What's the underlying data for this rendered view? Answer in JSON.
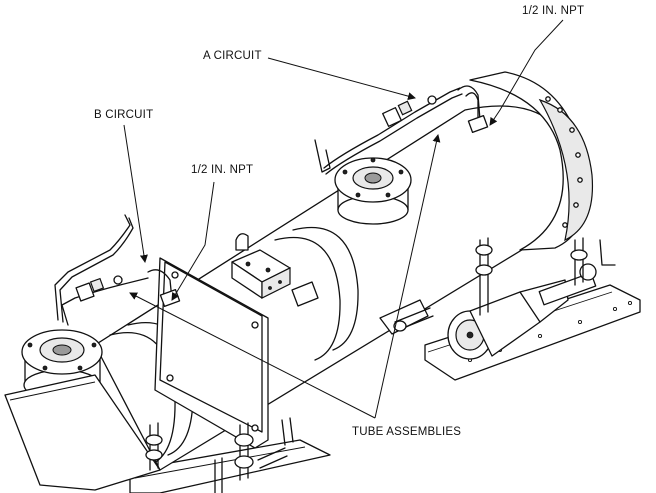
{
  "labels": {
    "npt_top": "1/2 IN. NPT",
    "a_circuit": "A CIRCUIT",
    "b_circuit": "B CIRCUIT",
    "npt_mid": "1/2 IN. NPT",
    "tube_assemblies": "TUBE ASSEMBLIES"
  }
}
